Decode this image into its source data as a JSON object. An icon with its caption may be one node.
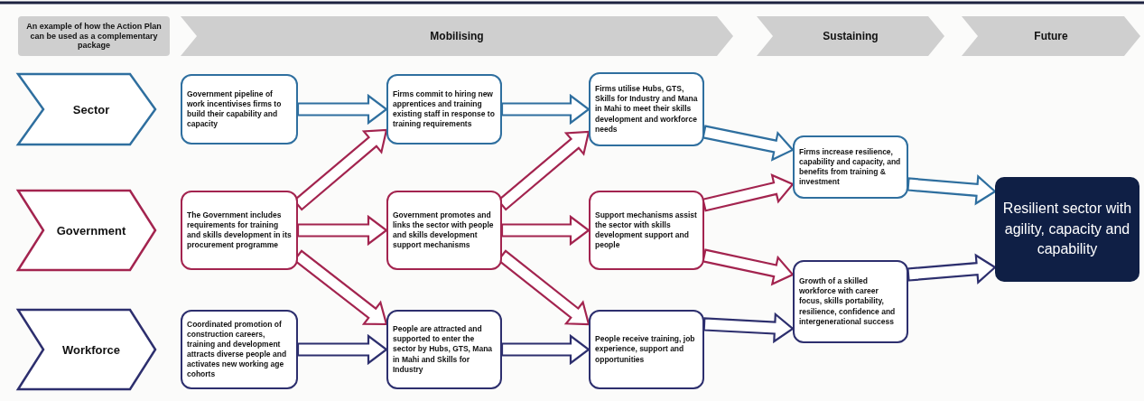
{
  "diagram": {
    "nodes": [
      {
        "text": [
          "An example of how the Action Plan can be used as a complementary package"
        ]
      },
      {
        "text": [
          "Mobilising"
        ]
      },
      {
        "text": [
          "Sustaining"
        ]
      },
      {
        "text": [
          "Future"
        ]
      },
      {
        "text": [
          "Sector"
        ]
      },
      {
        "text": [
          "Government"
        ]
      },
      {
        "text": [
          "Workforce"
        ]
      },
      {
        "text": [
          "Government pipeline of work incentivises firms to build their capability and capacity"
        ]
      },
      {
        "text": [
          "Firms commit to hiring new apprentices and training existing staff in response to training requirements"
        ]
      },
      {
        "text": [
          "Firms utilise Hubs, GTS, Skills for Industry and Mana in Mahi to meet their skills development and workforce needs"
        ]
      },
      {
        "text": [
          "The Government includes requirements for training and skills development in its procurement programme"
        ]
      },
      {
        "text": [
          "Government promotes and links the sector with people and skills development support mechanisms"
        ]
      },
      {
        "text": [
          "Support mechanisms assist the sector with skills development support and people"
        ]
      },
      {
        "text": [
          "Coordinated promotion of construction careers, training and development attracts diverse people and activates new working age cohorts"
        ]
      },
      {
        "text": [
          "People are attracted and supported to enter the sector by Hubs, GTS, Mana in Mahi and Skills for Industry"
        ]
      },
      {
        "text": [
          "People receive training, job experience, support and opportunities"
        ]
      },
      {
        "text": [
          "Firms increase resilience, capability and capacity, and benefits from training & investment"
        ]
      },
      {
        "text": [
          "Growth of a skilled workforce with career focus, skills portability, resilience, confidence and intergenerational success"
        ]
      },
      {
        "text": [
          "Resilient sector with agility, capacity and capability"
        ]
      }
    ],
    "edges": [
      {
        "from": 7,
        "to": 8,
        "arrow": "to",
        "color": "#2f6f9f"
      },
      {
        "from": 8,
        "to": 9,
        "arrow": "to",
        "color": "#2f6f9f"
      },
      {
        "from": 10,
        "to": 8,
        "arrow": "to"
      },
      {
        "from": 10,
        "to": 11,
        "arrow": "to"
      },
      {
        "from": 10,
        "to": 14,
        "arrow": "to"
      },
      {
        "from": 11,
        "to": 9,
        "arrow": "to"
      },
      {
        "from": 11,
        "to": 12,
        "arrow": "to"
      },
      {
        "from": 11,
        "to": 15,
        "arrow": "to"
      },
      {
        "from": 9,
        "to": 16,
        "arrow": "to",
        "color": "#2f6f9f"
      },
      {
        "from": 12,
        "to": 16,
        "arrow": "to"
      },
      {
        "from": 12,
        "to": 17,
        "arrow": "to"
      },
      {
        "from": 15,
        "to": 17,
        "arrow": "to",
        "color": "#2d2f6e"
      },
      {
        "from": 16,
        "to": 18,
        "arrow": "to",
        "color": "#2f6f9f"
      },
      {
        "from": 17,
        "to": 18,
        "arrow": "to",
        "color": "#2d2f6e"
      },
      {
        "from": 13,
        "to": 14,
        "arrow": "to",
        "color": "#2d2f6e"
      },
      {
        "from": 14,
        "to": 15,
        "arrow": "to",
        "color": "#2d2f6e"
      }
    ]
  }
}
